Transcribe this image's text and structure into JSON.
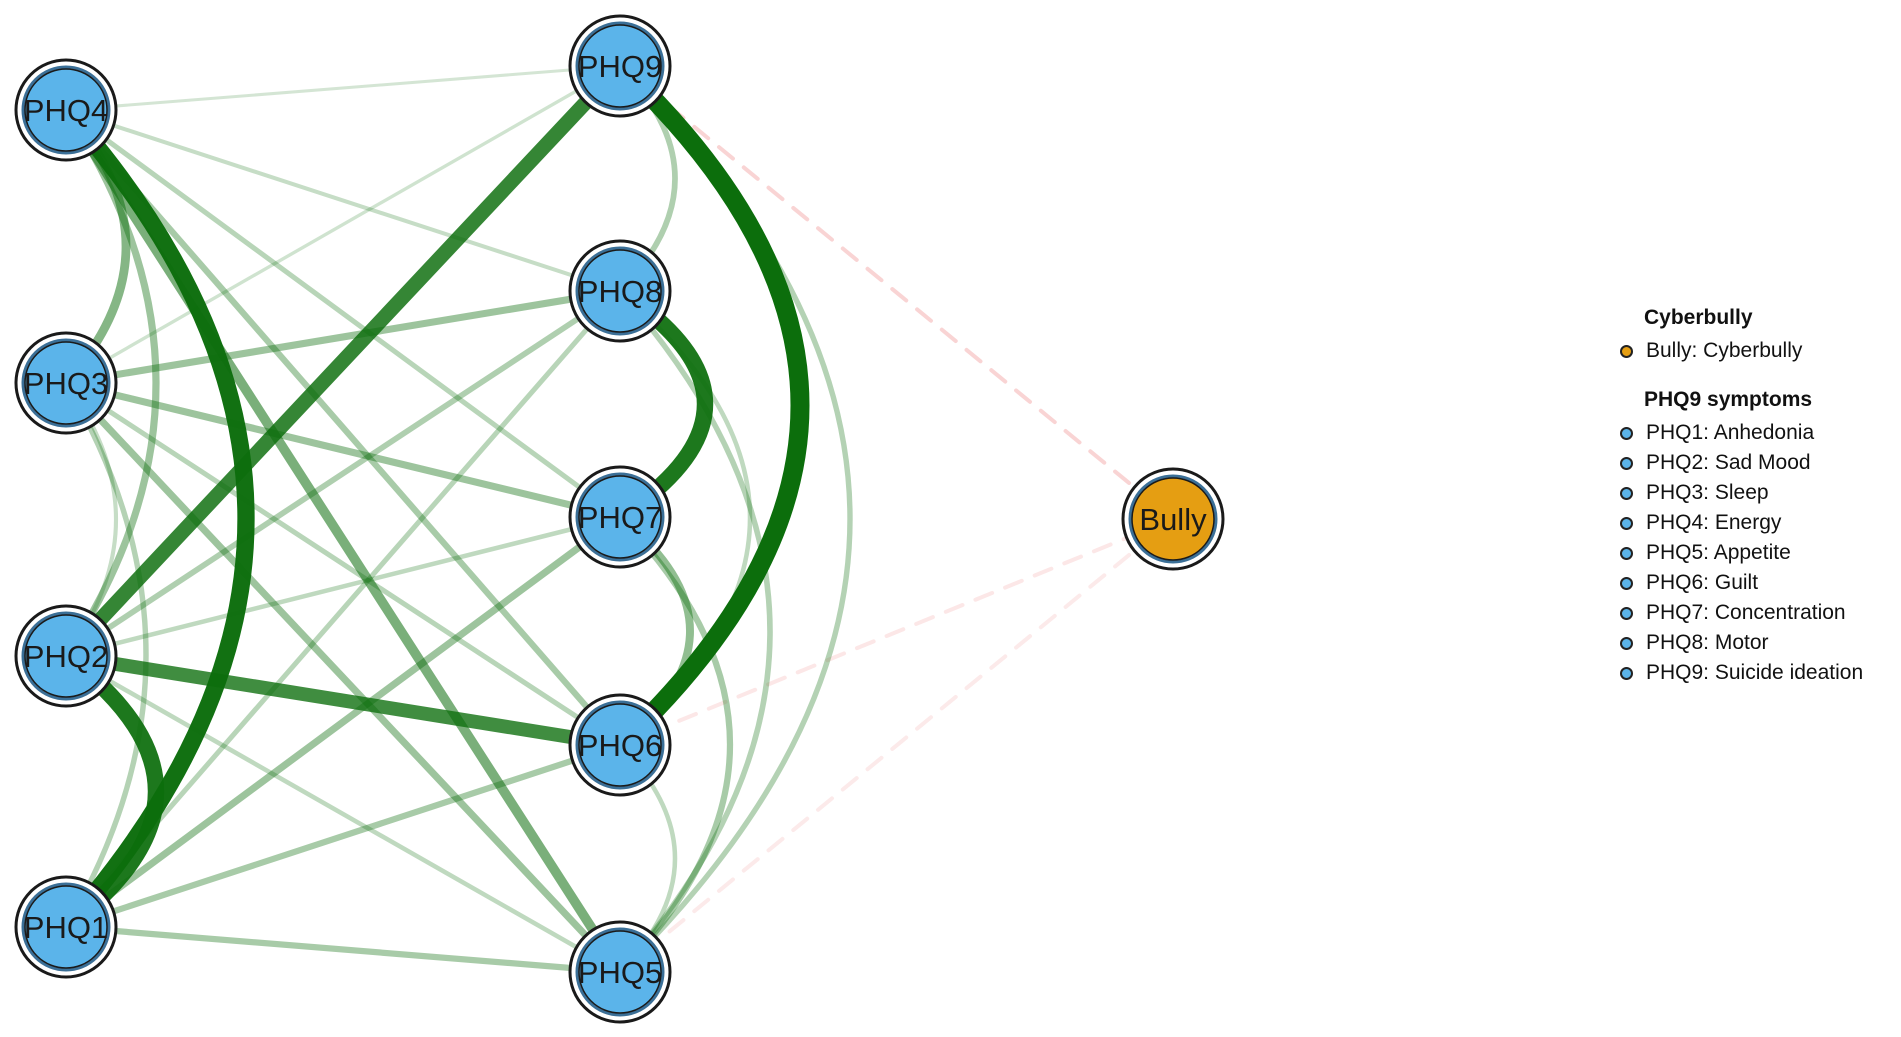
{
  "colors": {
    "phq9_node": "#5bb4ea",
    "bully_node": "#e59e12",
    "positive_edge": "#0c6e0c",
    "negative_edge": "#f2a0a0",
    "node_border": "#1a1a1a"
  },
  "nodes": [
    {
      "id": "PHQ4",
      "label": "PHQ4",
      "group": "phq9"
    },
    {
      "id": "PHQ3",
      "label": "PHQ3",
      "group": "phq9"
    },
    {
      "id": "PHQ2",
      "label": "PHQ2",
      "group": "phq9"
    },
    {
      "id": "PHQ1",
      "label": "PHQ1",
      "group": "phq9"
    },
    {
      "id": "PHQ9",
      "label": "PHQ9",
      "group": "phq9"
    },
    {
      "id": "PHQ8",
      "label": "PHQ8",
      "group": "phq9"
    },
    {
      "id": "PHQ7",
      "label": "PHQ7",
      "group": "phq9"
    },
    {
      "id": "PHQ6",
      "label": "PHQ6",
      "group": "phq9"
    },
    {
      "id": "PHQ5",
      "label": "PHQ5",
      "group": "phq9"
    },
    {
      "id": "Bully",
      "label": "Bully",
      "group": "cyberbully"
    }
  ],
  "edges": [
    {
      "from": "PHQ4",
      "to": "PHQ1",
      "weight": 0.9,
      "sign": "positive"
    },
    {
      "from": "PHQ2",
      "to": "PHQ9",
      "weight": 0.75,
      "sign": "positive"
    },
    {
      "from": "PHQ2",
      "to": "PHQ1",
      "weight": 0.85,
      "sign": "positive"
    },
    {
      "from": "PHQ2",
      "to": "PHQ6",
      "weight": 0.7,
      "sign": "positive"
    },
    {
      "from": "PHQ9",
      "to": "PHQ6",
      "weight": 1.0,
      "sign": "positive"
    },
    {
      "from": "PHQ8",
      "to": "PHQ7",
      "weight": 0.85,
      "sign": "positive"
    },
    {
      "from": "PHQ4",
      "to": "PHQ5",
      "weight": 0.45,
      "sign": "positive"
    },
    {
      "from": "PHQ4",
      "to": "PHQ3",
      "weight": 0.4,
      "sign": "positive"
    },
    {
      "from": "PHQ4",
      "to": "PHQ2",
      "weight": 0.3,
      "sign": "positive"
    },
    {
      "from": "PHQ4",
      "to": "PHQ6",
      "weight": 0.25,
      "sign": "positive"
    },
    {
      "from": "PHQ4",
      "to": "PHQ7",
      "weight": 0.18,
      "sign": "positive"
    },
    {
      "from": "PHQ4",
      "to": "PHQ8",
      "weight": 0.12,
      "sign": "positive"
    },
    {
      "from": "PHQ4",
      "to": "PHQ9",
      "weight": 0.06,
      "sign": "positive"
    },
    {
      "from": "PHQ3",
      "to": "PHQ8",
      "weight": 0.3,
      "sign": "positive"
    },
    {
      "from": "PHQ3",
      "to": "PHQ7",
      "weight": 0.3,
      "sign": "positive"
    },
    {
      "from": "PHQ3",
      "to": "PHQ5",
      "weight": 0.3,
      "sign": "positive"
    },
    {
      "from": "PHQ3",
      "to": "PHQ6",
      "weight": 0.18,
      "sign": "positive"
    },
    {
      "from": "PHQ3",
      "to": "PHQ1",
      "weight": 0.2,
      "sign": "positive"
    },
    {
      "from": "PHQ3",
      "to": "PHQ2",
      "weight": 0.12,
      "sign": "positive"
    },
    {
      "from": "PHQ3",
      "to": "PHQ9",
      "weight": 0.08,
      "sign": "positive"
    },
    {
      "from": "PHQ2",
      "to": "PHQ8",
      "weight": 0.22,
      "sign": "positive"
    },
    {
      "from": "PHQ2",
      "to": "PHQ7",
      "weight": 0.15,
      "sign": "positive"
    },
    {
      "from": "PHQ2",
      "to": "PHQ5",
      "weight": 0.15,
      "sign": "positive"
    },
    {
      "from": "PHQ1",
      "to": "PHQ7",
      "weight": 0.3,
      "sign": "positive"
    },
    {
      "from": "PHQ1",
      "to": "PHQ8",
      "weight": 0.18,
      "sign": "positive"
    },
    {
      "from": "PHQ1",
      "to": "PHQ6",
      "weight": 0.25,
      "sign": "positive"
    },
    {
      "from": "PHQ1",
      "to": "PHQ5",
      "weight": 0.25,
      "sign": "positive"
    },
    {
      "from": "PHQ9",
      "to": "PHQ8",
      "weight": 0.22,
      "sign": "positive"
    },
    {
      "from": "PHQ8",
      "to": "PHQ5",
      "weight": 0.2,
      "sign": "positive"
    },
    {
      "from": "PHQ8",
      "to": "PHQ6",
      "weight": 0.15,
      "sign": "positive"
    },
    {
      "from": "PHQ7",
      "to": "PHQ6",
      "weight": 0.35,
      "sign": "positive"
    },
    {
      "from": "PHQ7",
      "to": "PHQ5",
      "weight": 0.25,
      "sign": "positive"
    },
    {
      "from": "PHQ9",
      "to": "PHQ5",
      "weight": 0.2,
      "sign": "positive"
    },
    {
      "from": "PHQ6",
      "to": "PHQ5",
      "weight": 0.15,
      "sign": "positive"
    },
    {
      "from": "PHQ9",
      "to": "Bully",
      "weight": 0.12,
      "sign": "negative"
    },
    {
      "from": "PHQ6",
      "to": "Bully",
      "weight": 0.04,
      "sign": "negative"
    },
    {
      "from": "PHQ5",
      "to": "Bully",
      "weight": 0.03,
      "sign": "negative"
    }
  ],
  "legend": {
    "groups": [
      {
        "title": "Cyberbully",
        "color": "#e59e12",
        "items": [
          "Bully: Cyberbully"
        ]
      },
      {
        "title": "PHQ9 symptoms",
        "color": "#5bb4ea",
        "items": [
          "PHQ1: Anhedonia",
          "PHQ2: Sad Mood",
          "PHQ3: Sleep",
          "PHQ4: Energy",
          "PHQ5: Appetite",
          "PHQ6: Guilt",
          "PHQ7: Concentration",
          "PHQ8: Motor",
          "PHQ9: Suicide ideation"
        ]
      }
    ]
  }
}
